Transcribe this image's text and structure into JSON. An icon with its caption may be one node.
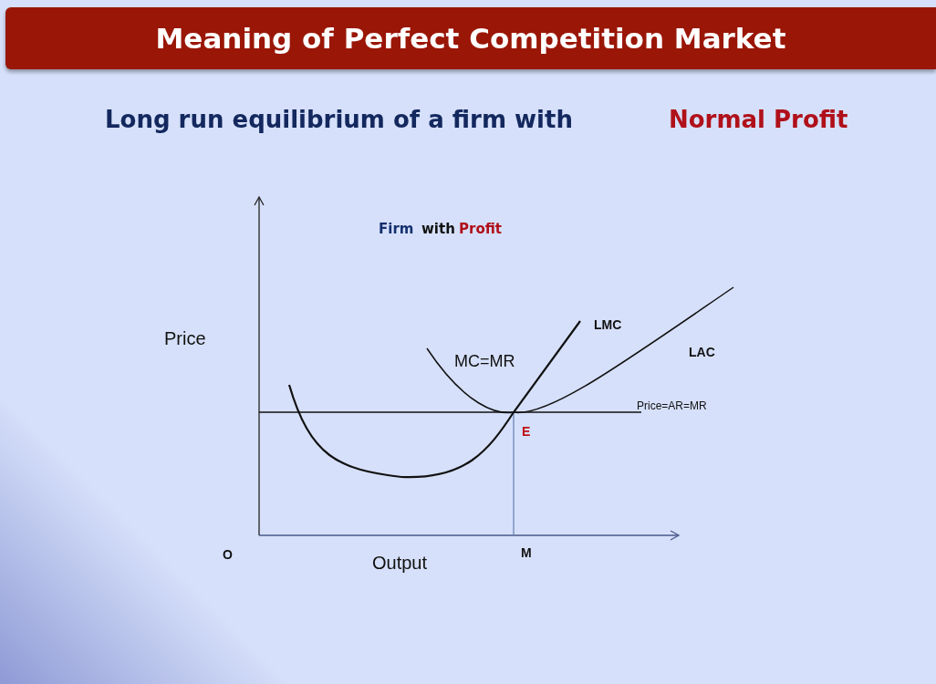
{
  "diagram": {
    "title": "Meaning of Perfect Competition Market",
    "labels": [
      "Long run equilibrium of a firm with",
      "Normal Profit",
      "Firm",
      "with",
      "Profit",
      "Price",
      "MC=MR",
      "LMC",
      "LAC",
      "Price=AR=MR",
      "E",
      "O",
      "Output",
      "M"
    ]
  }
}
